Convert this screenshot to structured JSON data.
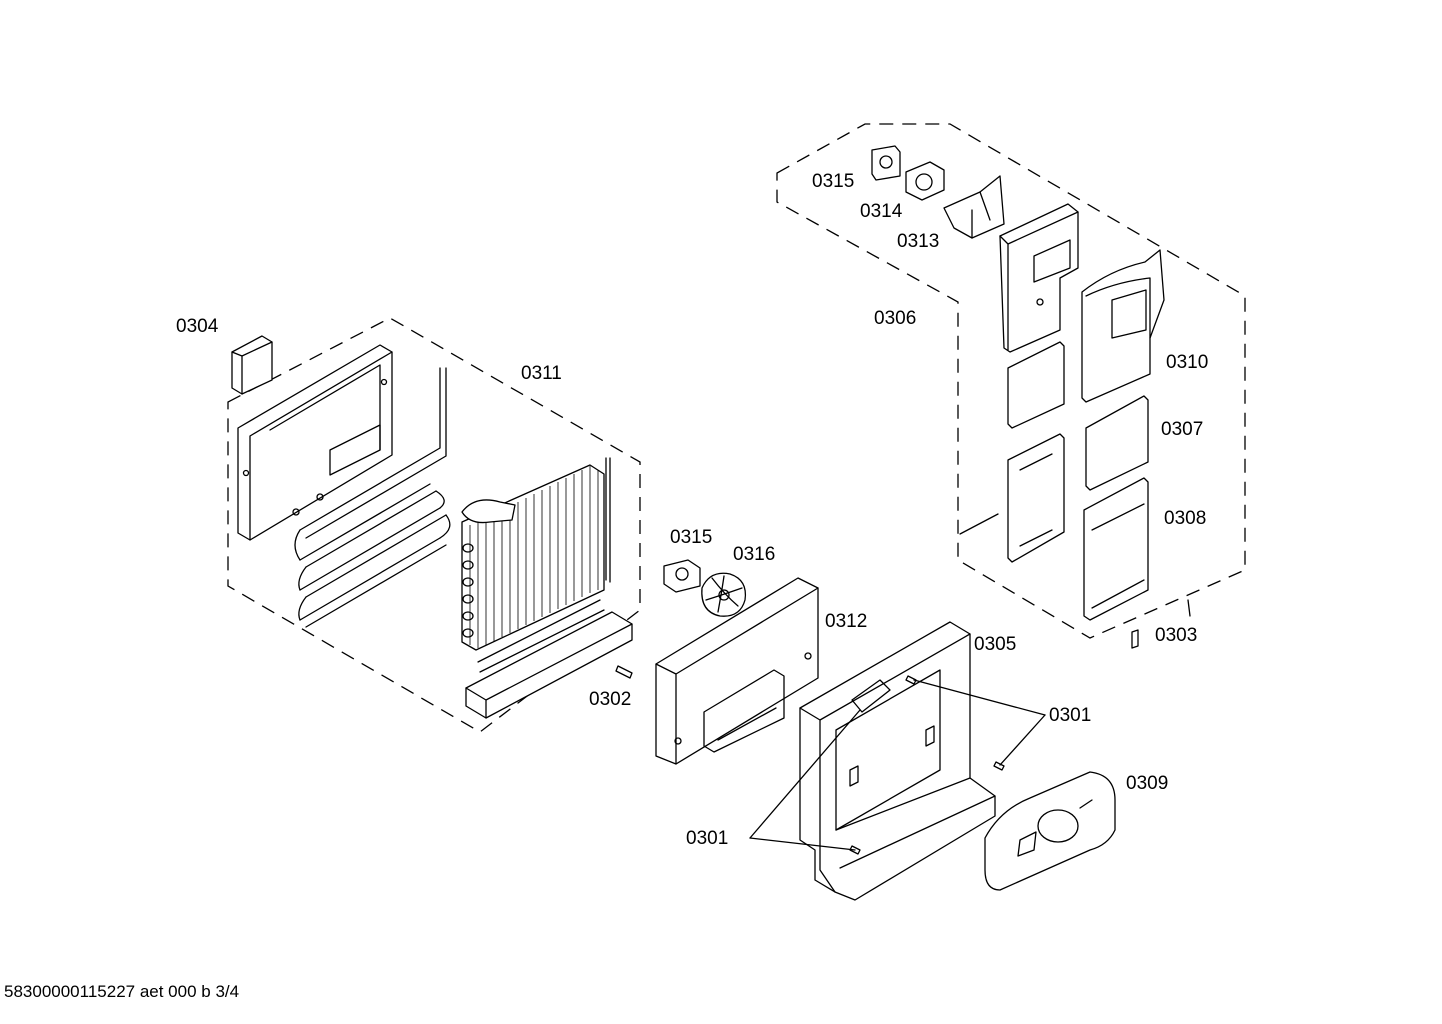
{
  "diagram": {
    "labels": {
      "p0315_top": "0315",
      "p0314": "0314",
      "p0313": "0313",
      "p0306": "0306",
      "p0304": "0304",
      "p0311": "0311",
      "p0310": "0310",
      "p0307": "0307",
      "p0308": "0308",
      "p0315_mid": "0315",
      "p0316": "0316",
      "p0312": "0312",
      "p0305": "0305",
      "p0303": "0303",
      "p0302": "0302",
      "p0301_right": "0301",
      "p0309": "0309",
      "p0301_left": "0301"
    },
    "footer": "58300000115227 aet 000 b 3/4"
  }
}
